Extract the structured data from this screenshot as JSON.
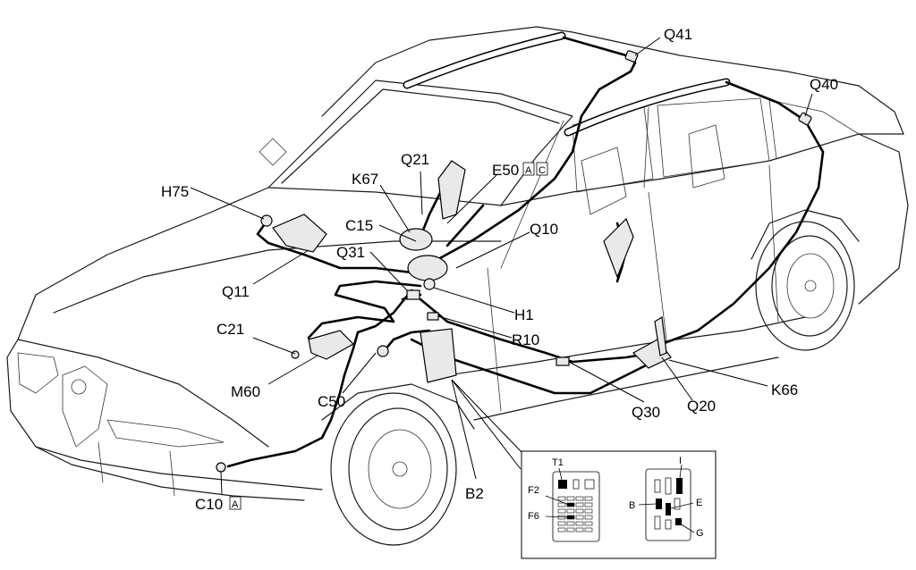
{
  "labels": {
    "q41": "Q41",
    "q40": "Q40",
    "q21": "Q21",
    "e50": "E50",
    "e50_a": "A",
    "e50_c": "C",
    "h75": "H75",
    "k67": "K67",
    "c15": "C15",
    "q10": "Q10",
    "q31": "Q31",
    "q11": "Q11",
    "h1": "H1",
    "c21": "C21",
    "r10": "R10",
    "m60": "M60",
    "c50": "C50",
    "q30": "Q30",
    "q20": "Q20",
    "k66": "K66",
    "c10": "C10",
    "c10_a": "A",
    "b2": "B2"
  },
  "inset_left": {
    "t1": "T1",
    "f2": "F2",
    "f6": "F6"
  },
  "inset_right": {
    "i": "I",
    "b": "B",
    "e": "E",
    "g": "G"
  }
}
